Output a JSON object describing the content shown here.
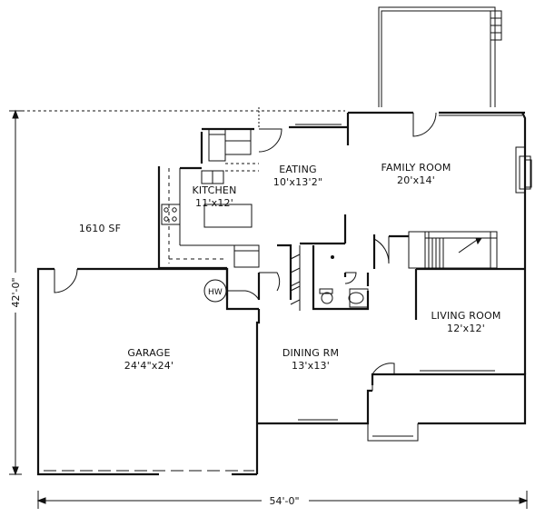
{
  "plan": {
    "area_label": "1610 SF",
    "rooms": {
      "family": {
        "name": "FAMILY ROOM",
        "size": "20'x14'"
      },
      "eating": {
        "name": "EATING",
        "size": "10'x13'2\""
      },
      "kitchen": {
        "name": "KITCHEN",
        "size": "11'x12'"
      },
      "living": {
        "name": "LIVING ROOM",
        "size": "12'x12'"
      },
      "dining": {
        "name": "DINING RM",
        "size": "13'x13'"
      },
      "garage": {
        "name": "GARAGE",
        "size": "24'4\"x24'"
      }
    },
    "water_heater": "HW",
    "dimensions": {
      "width": "54'-0\"",
      "depth": "42'-0\""
    }
  }
}
